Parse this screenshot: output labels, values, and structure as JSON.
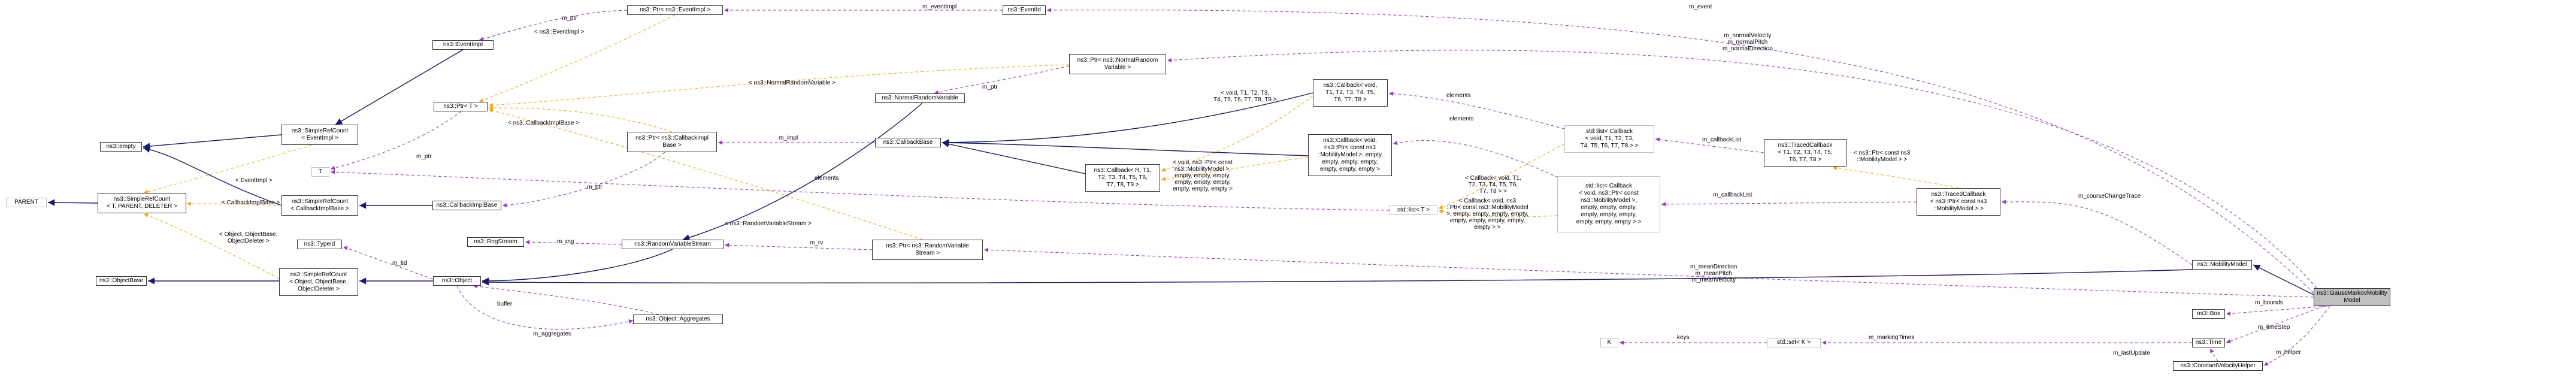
{
  "colors": {
    "inheritance": "#191970",
    "usage": "#9a32cd",
    "template": "#ffa500",
    "node_border": "#333333",
    "node_border_undocumented": "#bfbfbf",
    "focus_fill": "#bfbfbf"
  },
  "nodes": {
    "gauss": "ns3::GaussMarkovMobility\nModel",
    "mobility_model": "ns3::MobilityModel",
    "box": "ns3::Box",
    "time": "ns3::Time",
    "cvh": "ns3::ConstantVelocityHelper",
    "event_id": "ns3::EventId",
    "ptr_event_impl": "ns3::Ptr< ns3::EventImpl >",
    "event_impl": "ns3::EventImpl",
    "ptr_nrv": "ns3::Ptr< ns3::NormalRandom\nVariable >",
    "nrv": "ns3::NormalRandomVariable",
    "ptr_t": "ns3::Ptr< T >",
    "empty": "ns3::empty",
    "src_event_impl": "ns3::SimpleRefCount\n< EventImpl >",
    "parent": "PARENT",
    "src_template": "ns3::SimpleRefCount\n< T, PARENT, DELETER >",
    "t_node": "T",
    "src_cbimpl": "ns3::SimpleRefCount\n< CallbackImplBase >",
    "cbimpl_base": "ns3::CallbackImplBase",
    "ptr_cbimpl": "ns3::Ptr< ns3::CallbackImpl\nBase >",
    "callback_base": "ns3::CallbackBase",
    "cb_r_t1": "ns3::Callback< R, T1,\nT2, T3, T4, T5, T6,\nT7, T8, T9 >",
    "cb_void_t1": "ns3::Callback< void,\nT1, T2, T3, T4, T5,\nT6, T7, T8 >",
    "cb_void_ptr": "ns3::Callback< void,\nns3::Ptr< const ns3\n::MobilityModel >, empty,\nempty, empty, empty,\nempty, empty, empty >",
    "list_cb_t1": "std::list< Callback\n< void, T1, T2, T3,\nT4, T5, T6, T7, T8 > >",
    "list_cb_ptr": "std::list< Callback\n< void, ns3::Ptr< const\nns3::MobilityModel >,\nempty, empty, empty,\nempty, empty, empty,\nempty, empty, empty > >",
    "std_list_t": "std::list< T >",
    "traced_cb_t": "ns3::TracedCallback\n< T1, T2, T3, T4, T5,\nT6, T7, T8 >",
    "traced_cb_ptr": "ns3::TracedCallback\n< ns3::Ptr< const ns3\n::MobilityModel > >",
    "rng_stream": "ns3::RngStream",
    "rvs": "ns3::RandomVariableStream",
    "ptr_rvs": "ns3::Ptr< ns3::RandomVariable\nStream >",
    "type_id": "ns3::TypeId",
    "object": "ns3::Object",
    "object_base": "ns3::ObjectBase",
    "src_object": "ns3::SimpleRefCount\n< Object, ObjectBase,\nObjectDeleter >",
    "aggregates": "ns3::Object::Aggregates",
    "k_node": "K",
    "std_set_k": "std::set< K >"
  },
  "edge_labels": {
    "m_event": "m_event",
    "m_normal": "m_normalVelocity\nm_normalPitch\nm_normalDirection",
    "m_mean": "m_meanDirection\nm_meanPitch\nm_meanVelocity",
    "m_bounds": "m_bounds",
    "m_time_step": "m_timeStep",
    "m_helper": "m_helper",
    "m_last_update": "m_lastUpdate",
    "m_marking_times": "m_markingTimes",
    "keys": "keys",
    "m_course_change_trace": "m_courseChangeTrace",
    "m_callback_list_1": "m_callbackList",
    "m_callback_list_2": "m_callbackList",
    "tpl_ptr_mobility": "< ns3::Ptr< const ns3\n::MobilityModel > >",
    "elements_1": "elements",
    "elements_2": "elements",
    "elements_3": "elements",
    "tpl_cb_ptr": "< Callback< void, ns3\n::Ptr< const ns3::MobilityModel\n>, empty, empty, empty, empty,\nempty, empty, empty, empty,\nempty > >",
    "tpl_cb_t1": "< Callback< void, T1,\nT2, T3, T4, T5, T6,\nT7, T8 > >",
    "tpl_void_ptr": "< void, ns3::Ptr< const\nns3::MobilityModel >,\nempty, empty, empty,\nempty, empty, empty,\nempty, empty, empty >",
    "tpl_void_t1": "< void, T1, T2, T3,\nT4, T5, T6, T7, T8, T9 >",
    "m_impl": "m_impl",
    "m_ptr_1": "m_ptr",
    "m_ptr_2": "m_ptr",
    "m_ptr_3": "m_ptr",
    "m_ptr_4": "m_ptr",
    "tpl_event_impl": "< ns3::EventImpl >",
    "tpl_nrv": "< ns3::NormalRandomVariable >",
    "tpl_cbimplbase": "< ns3::CallbackImplBase >",
    "tpl_rvs": "< ns3::RandomVariableStream >",
    "m_event_impl": "m_eventImpl",
    "tpl_eventimpl_src": "< EventImpl >",
    "tpl_cbimpl_src": "< CallbackImplBase >",
    "tpl_object_src": "< Object, ObjectBase,\nObjectDeleter >",
    "m_rng": "m_rng",
    "m_tid": "m_tid",
    "m_rv": "m_rv",
    "buffer": "buffer",
    "m_aggregates": "m_aggregates"
  }
}
